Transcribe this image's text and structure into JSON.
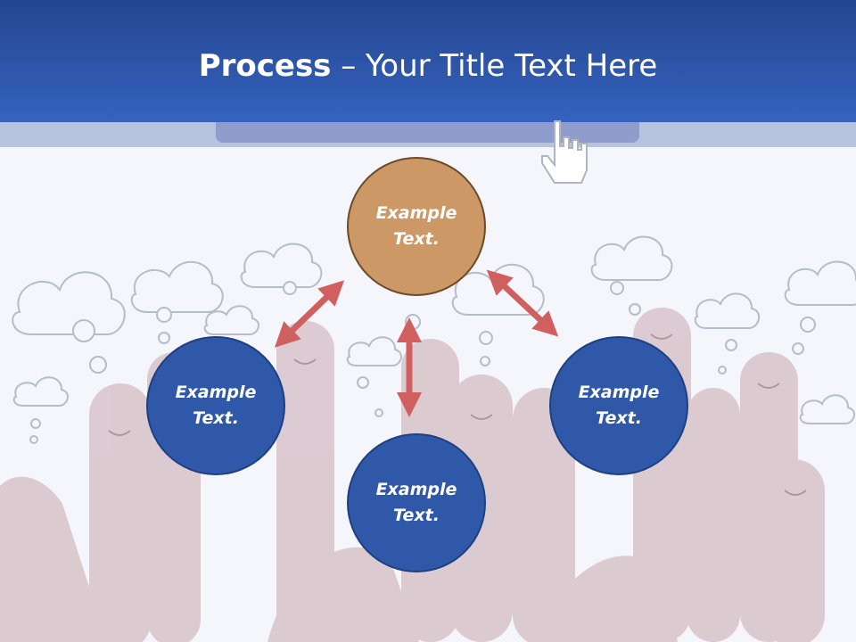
{
  "slide": {
    "title_bold": "Process",
    "title_rest": " – Your Title Text Here"
  },
  "diagram": {
    "nodes": [
      {
        "id": "top",
        "label": "Example Text.",
        "color": "#cc9966"
      },
      {
        "id": "left",
        "label": "Example Text.",
        "color": "#2f58a8"
      },
      {
        "id": "bottom",
        "label": "Example Text.",
        "color": "#2f58a8"
      },
      {
        "id": "right",
        "label": "Example Text.",
        "color": "#2f58a8"
      }
    ],
    "arrow_color": "#d06060",
    "connections": [
      {
        "from": "top",
        "to": "left",
        "direction": "both"
      },
      {
        "from": "top",
        "to": "bottom",
        "direction": "both"
      },
      {
        "from": "top",
        "to": "right",
        "direction": "both"
      }
    ]
  },
  "icons": [
    "cursor-hand-icon",
    "thought-cloud-icon",
    "finger-smiley-icon"
  ]
}
